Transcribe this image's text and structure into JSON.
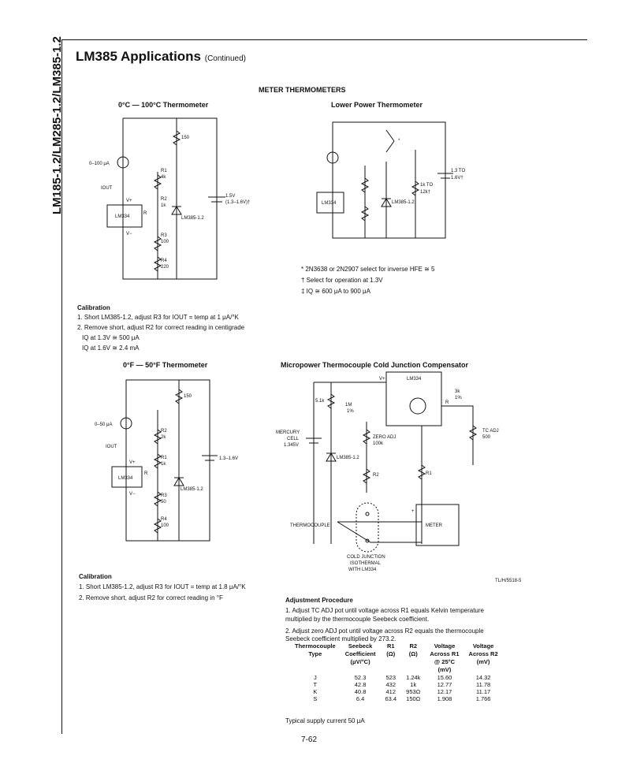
{
  "side_title": "LM185-1.2/LM285-1.2/LM385-1.2",
  "header": {
    "title": "LM385 Applications",
    "continued": "(Continued)"
  },
  "section_title": "METER THERMOMETERS",
  "fig1": {
    "title": "0°C — 100°C Thermometer",
    "labels": {
      "meter": "0–100 μA",
      "iout": "IOUT",
      "ic": "LM334",
      "vplus": "V+",
      "vminus": "V−",
      "r": "R",
      "r150": "150",
      "r1": "R1",
      "r1v": "4k",
      "r2": "R2",
      "r2v": "1k",
      "r3": "R3",
      "r3v": "100",
      "r4": "R4",
      "r4v": "220",
      "ref": "LM385-1.2",
      "bat": "1.5V",
      "batv": "(1.3–1.6V)†"
    }
  },
  "fig2": {
    "title": "Lower Power Thermometer",
    "labels": {
      "ic": "LM334",
      "ref": "LM385-1.2",
      "bat": "1.3 TO",
      "batv": "1.6V†",
      "r1k": "1k TO",
      "r12k": "12k†",
      "star": "*"
    },
    "notes": [
      "* 2N3638 or 2N2907 select for inverse HFE ≅ 5",
      "† Select for operation at 1.3V",
      "‡ IQ ≅ 600 μA to 900 μA"
    ]
  },
  "cal1": {
    "title": "Calibration",
    "lines": [
      "1. Short LM385-1.2, adjust R3 for IOUT = temp at 1 μA/°K",
      "2. Remove short, adjust R2 for correct reading in centigrade",
      "IQ at 1.3V ≅ 500 μA",
      "IQ at 1.6V ≅ 2.4 mA"
    ]
  },
  "fig3": {
    "title": "0°F — 50°F Thermometer",
    "labels": {
      "meter": "0–50 μA",
      "iout": "IOUT",
      "ic": "LM334",
      "vplus": "V+",
      "vminus": "V−",
      "r": "R",
      "r150": "150",
      "r2": "R2",
      "r2v": "2k",
      "r1": "R1",
      "r1v": "1k",
      "r3": "R3",
      "r3v": "50",
      "r4": "R4",
      "r4v": "100",
      "ref": "LM385-1.2",
      "bat": "1.3–1.6V"
    }
  },
  "cal2": {
    "title": "Calibration",
    "lines": [
      "1. Short LM385-1.2, adjust R3 for IOUT = temp at 1.8 μA/°K",
      "2. Remove short, adjust R2 for correct reading in °F"
    ]
  },
  "fig4": {
    "title": "Micropower Thermocouple Cold Junction Compensator",
    "labels": {
      "vplus": "V+",
      "ic": "LM334",
      "r": "R",
      "r3k": "3k",
      "r1perc": "1%",
      "tcadj": "TC ADJ",
      "tcadjv": "500",
      "r57k": "5.1k",
      "r1m": "1M",
      "r1mp": "1%",
      "zeroadj": "ZERO ADJ",
      "zeroadjv": "100k",
      "cell": "MERCURY",
      "cell2": "CELL",
      "cell3": "1.345V",
      "ref": "LM385-1.2",
      "r2": "R2",
      "r1": "R1",
      "meter": "METER",
      "tc": "THERMOCOUPLE",
      "cold1": "COLD JUNCTION",
      "cold2": "ISOTHERMAL",
      "cold3": "WITH LM334",
      "plus": "+",
      "minus": "−",
      "code": "TL/H/5518-5"
    }
  },
  "adjustment": {
    "title": "Adjustment Procedure",
    "lines": [
      "1. Adjust TC ADJ pot until voltage across R1 equals Kelvin temperature",
      "multiplied by the thermocouple Seebeck coefficient.",
      "2. Adjust zero ADJ pot until voltage across R2 equals the thermocouple",
      "Seebeck coefficient multiplied by 273.2."
    ],
    "headers": [
      [
        "Thermocouple",
        "Type"
      ],
      [
        "Seebeck",
        "Coefficient",
        "(μV/°C)"
      ],
      [
        "R1",
        "(Ω)"
      ],
      [
        "R2",
        "(Ω)"
      ],
      [
        "Voltage",
        "Across R1",
        "@ 25°C",
        "(mV)"
      ],
      [
        "Voltage",
        "Across R2",
        "(mV)"
      ]
    ],
    "rows": [
      [
        "J",
        "52.3",
        "523",
        "1.24k",
        "15.60",
        "14.32"
      ],
      [
        "T",
        "42.8",
        "432",
        "1k",
        "12.77",
        "11.78"
      ],
      [
        "K",
        "40.8",
        "412",
        "953Ω",
        "12.17",
        "11.17"
      ],
      [
        "S",
        "6.4",
        "63.4",
        "150Ω",
        "1.908",
        "1.766"
      ]
    ],
    "footer": "Typical supply current 50 μA"
  },
  "page_number": "7-62"
}
